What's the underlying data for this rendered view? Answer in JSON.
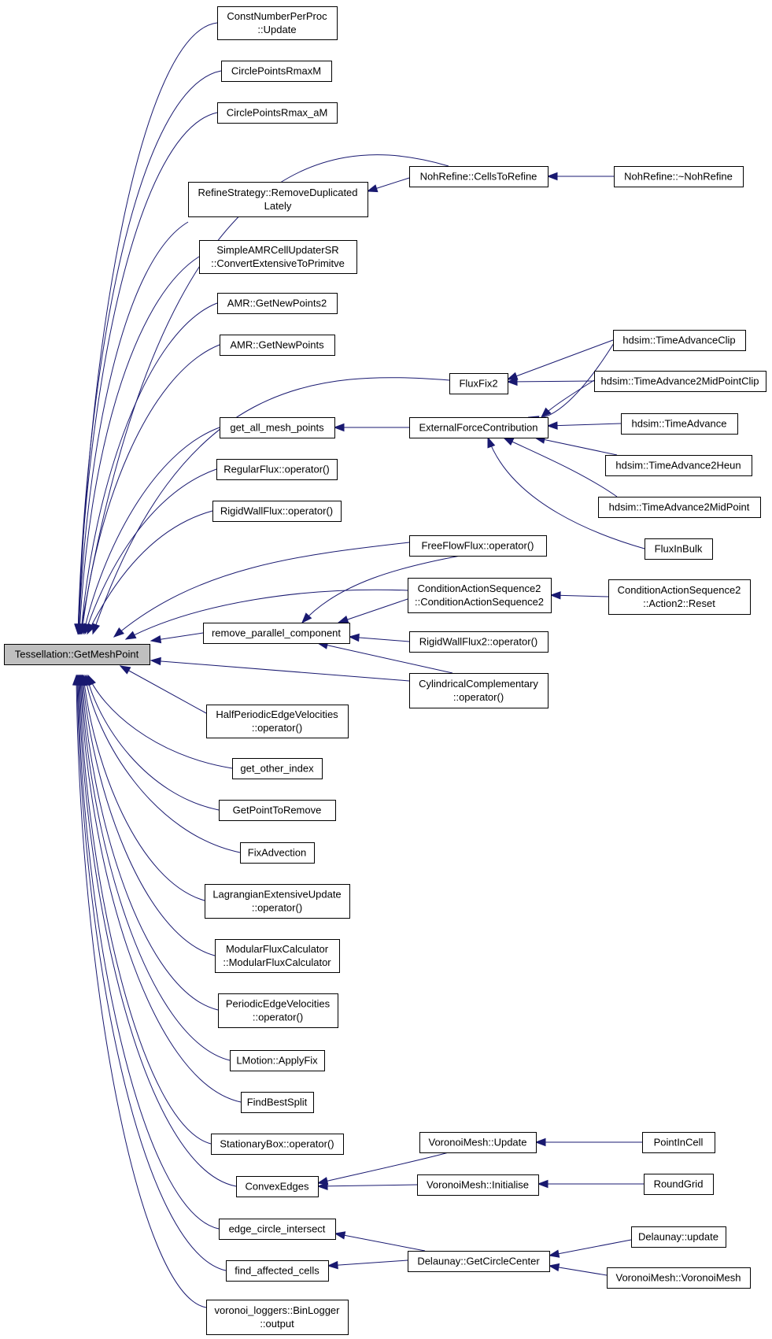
{
  "nodes": [
    {
      "id": "root",
      "lines": [
        "Tessellation::GetMeshPoint"
      ],
      "root": true
    },
    {
      "id": "cnpp",
      "lines": [
        "ConstNumberPerProc",
        "::Update"
      ]
    },
    {
      "id": "cprm",
      "lines": [
        "CirclePointsRmaxM"
      ]
    },
    {
      "id": "cpra",
      "lines": [
        "CirclePointsRmax_aM"
      ]
    },
    {
      "id": "rsrd",
      "lines": [
        "RefineStrategy::RemoveDuplicated",
        "Lately"
      ]
    },
    {
      "id": "samr",
      "lines": [
        "SimpleAMRCellUpdaterSR",
        "::ConvertExtensiveToPrimitve"
      ]
    },
    {
      "id": "amr2",
      "lines": [
        "AMR::GetNewPoints2"
      ]
    },
    {
      "id": "amr1",
      "lines": [
        "AMR::GetNewPoints"
      ]
    },
    {
      "id": "gamp",
      "lines": [
        "get_all_mesh_points"
      ]
    },
    {
      "id": "rflx",
      "lines": [
        "RegularFlux::operator()"
      ]
    },
    {
      "id": "rwfx",
      "lines": [
        "RigidWallFlux::operator()"
      ]
    },
    {
      "id": "rppc",
      "lines": [
        "remove_parallel_component"
      ]
    },
    {
      "id": "hpev",
      "lines": [
        "HalfPeriodicEdgeVelocities",
        "::operator()"
      ]
    },
    {
      "id": "goth",
      "lines": [
        "get_other_index"
      ]
    },
    {
      "id": "gptr",
      "lines": [
        "GetPointToRemove"
      ]
    },
    {
      "id": "fadv",
      "lines": [
        "FixAdvection"
      ]
    },
    {
      "id": "leup",
      "lines": [
        "LagrangianExtensiveUpdate",
        "::operator()"
      ]
    },
    {
      "id": "mfcc",
      "lines": [
        "ModularFluxCalculator",
        "::ModularFluxCalculator"
      ]
    },
    {
      "id": "pevo",
      "lines": [
        "PeriodicEdgeVelocities",
        "::operator()"
      ]
    },
    {
      "id": "lmot",
      "lines": [
        "LMotion::ApplyFix"
      ]
    },
    {
      "id": "fbsp",
      "lines": [
        "FindBestSplit"
      ]
    },
    {
      "id": "stbx",
      "lines": [
        "StationaryBox::operator()"
      ]
    },
    {
      "id": "cvxe",
      "lines": [
        "ConvexEdges"
      ]
    },
    {
      "id": "ecin",
      "lines": [
        "edge_circle_intersect"
      ]
    },
    {
      "id": "fafc",
      "lines": [
        "find_affected_cells"
      ]
    },
    {
      "id": "vlbl",
      "lines": [
        "voronoi_loggers::BinLogger",
        "::output"
      ]
    },
    {
      "id": "nrct",
      "lines": [
        "NohRefine::CellsToRefine"
      ]
    },
    {
      "id": "nrdt",
      "lines": [
        "NohRefine::~NohRefine"
      ]
    },
    {
      "id": "ffx2",
      "lines": [
        "FluxFix2"
      ]
    },
    {
      "id": "efco",
      "lines": [
        "ExternalForceContribution"
      ]
    },
    {
      "id": "fflx",
      "lines": [
        "FreeFlowFlux::operator()"
      ]
    },
    {
      "id": "cas2",
      "lines": [
        "ConditionActionSequence2",
        "::ConditionActionSequence2"
      ]
    },
    {
      "id": "rwf2",
      "lines": [
        "RigidWallFlux2::operator()"
      ]
    },
    {
      "id": "cylc",
      "lines": [
        "CylindricalComplementary",
        "::operator()"
      ]
    },
    {
      "id": "vmup",
      "lines": [
        "VoronoiMesh::Update"
      ]
    },
    {
      "id": "vmin",
      "lines": [
        "VoronoiMesh::Initialise"
      ]
    },
    {
      "id": "dgcc",
      "lines": [
        "Delaunay::GetCircleCenter"
      ]
    },
    {
      "id": "tacl",
      "lines": [
        "hdsim::TimeAdvanceClip"
      ]
    },
    {
      "id": "tamc",
      "lines": [
        "hdsim::TimeAdvance2MidPointClip"
      ]
    },
    {
      "id": "tadv",
      "lines": [
        "hdsim::TimeAdvance"
      ]
    },
    {
      "id": "ta2h",
      "lines": [
        "hdsim::TimeAdvance2Heun"
      ]
    },
    {
      "id": "ta2m",
      "lines": [
        "hdsim::TimeAdvance2MidPoint"
      ]
    },
    {
      "id": "finb",
      "lines": [
        "FluxInBulk"
      ]
    },
    {
      "id": "cas2r",
      "lines": [
        "ConditionActionSequence2",
        "::Action2::Reset"
      ]
    },
    {
      "id": "pinc",
      "lines": [
        "PointInCell"
      ]
    },
    {
      "id": "rgrd",
      "lines": [
        "RoundGrid"
      ]
    },
    {
      "id": "dupd",
      "lines": [
        "Delaunay::update"
      ]
    },
    {
      "id": "vmvm",
      "lines": [
        "VoronoiMesh::VoronoiMesh"
      ]
    }
  ]
}
